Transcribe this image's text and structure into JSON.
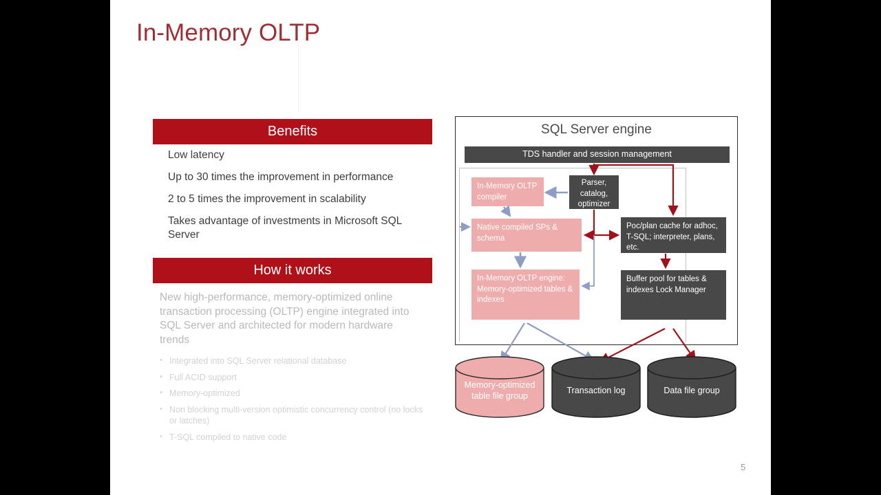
{
  "slide": {
    "title": "In-Memory OLTP",
    "page_number": "5"
  },
  "colors": {
    "accent_red": "#b01119",
    "title_red": "#9e2f36",
    "dark_box": "#484848",
    "pink_box": "#eeacac",
    "arrow_red": "#a01119",
    "arrow_blue": "#8e9dc4"
  },
  "benefits": {
    "header": "Benefits",
    "items": [
      "Low latency",
      "Up to 30 times the improvement in performance",
      "2 to 5 times the improvement in scalability",
      "Takes advantage of investments in Microsoft SQL Server"
    ]
  },
  "how_it_works": {
    "header": "How it works",
    "body": "New high-performance, memory-optimized online transaction processing (OLTP) engine integrated into SQL Server and architected for modern hardware trends",
    "bullets": [
      "Integrated into SQL Server relational database",
      "Full ACID support",
      "Memory-optimized",
      "Non blocking multi-version optimistic concurrency control (no locks or latches)",
      "T-SQL compiled to native code"
    ]
  },
  "diagram": {
    "title": "SQL Server engine",
    "tds_handler": "TDS handler and session management",
    "oltp_compiler": "In-Memory OLTP compiler",
    "parser": "Parser, catalog, optimizer",
    "native_sps": "Native compiled SPs & schema",
    "poc_plan_cache": "Poc/plan cache for adhoc, T-SQL; interpreter, plans, etc.",
    "oltp_engine": "In-Memory OLTP engine: Memory-optimized tables & indexes",
    "buffer_pool": "Buffer pool for tables & indexes Lock Manager",
    "storage": [
      "Memory-optimized table file group",
      "Transaction log",
      "Data file group"
    ]
  }
}
